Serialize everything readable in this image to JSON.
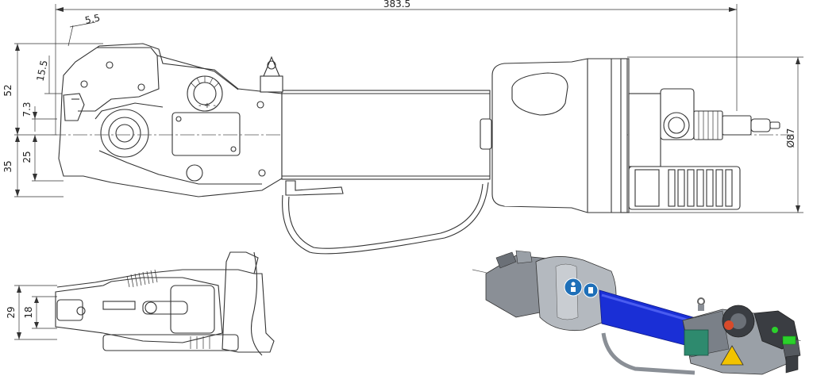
{
  "dimensions": {
    "overall_length": "383.5",
    "offset_top": "5.5",
    "upper_angle": "15.5",
    "height_52": "52",
    "jaw_73": "7.3",
    "height_35": "35",
    "height_25": "25",
    "diameter": "Ø87",
    "width_29": "29",
    "width_18": "18"
  },
  "colors": {
    "line": "#333333",
    "barrel_blue": "#1a2fd6",
    "accent_green": "#2bd12b",
    "housing_gray": "#8a8f96",
    "label_blue": "#1e6fb8",
    "warning_yellow": "#f2c300"
  },
  "icons": {
    "safety_label": "read-manual-icon",
    "warning_label": "hand-crush-warning-icon"
  }
}
